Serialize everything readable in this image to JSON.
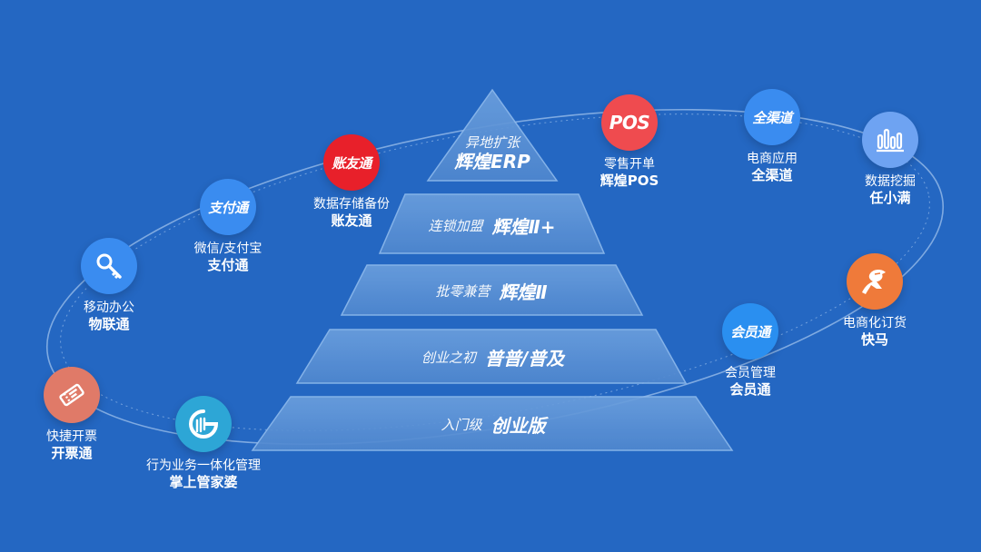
{
  "colors": {
    "background": "#2467c2",
    "pyramid_fill": "#5e95d8",
    "ring_stroke": "#8fb6e6"
  },
  "pyramid": {
    "layers": [
      {
        "sub": "异地扩张",
        "main": "辉煌ERP"
      },
      {
        "sub": "连锁加盟",
        "main": "辉煌Ⅱ+"
      },
      {
        "sub": "批零兼营",
        "main": "辉煌Ⅱ"
      },
      {
        "sub": "创业之初",
        "main": "普普/普及"
      },
      {
        "sub": "入门级",
        "main": "创业版"
      }
    ]
  },
  "nodes": [
    {
      "id": "kuaijie",
      "icon": "ticket-icon",
      "icon_color": "#e07a68",
      "cap1": "快捷开票",
      "cap2": "开票通",
      "logo": ""
    },
    {
      "id": "yidong",
      "icon": "key-icon",
      "icon_color": "#3a8cf0",
      "cap1": "移动办公",
      "cap2": "物联通",
      "logo": ""
    },
    {
      "id": "zhifu",
      "icon": "zhifutong-logo",
      "icon_color": "#3a8cf0",
      "cap1": "微信/支付宝",
      "cap2": "支付通",
      "logo": "支付通"
    },
    {
      "id": "zhangyou",
      "icon": "zhangyoutong-logo",
      "icon_color": "#e8202a",
      "cap1": "数据存储备份",
      "cap2": "账友通",
      "logo": "账友通"
    },
    {
      "id": "pos",
      "icon": "pos-logo",
      "icon_color": "#ef4b4f",
      "cap1": "零售开单",
      "cap2": "辉煌POS",
      "logo": "POS"
    },
    {
      "id": "quanqudao",
      "icon": "quanqudao-logo",
      "icon_color": "#3a8cf0",
      "cap1": "电商应用",
      "cap2": "全渠道",
      "logo": "全渠道"
    },
    {
      "id": "renxiaoman",
      "icon": "bar-chart-icon",
      "icon_color": "#6ea3f2",
      "cap1": "数据挖掘",
      "cap2": "任小满",
      "logo": ""
    },
    {
      "id": "kuaima",
      "icon": "horse-icon",
      "icon_color": "#ef7a3a",
      "cap1": "电商化订货",
      "cap2": "快马",
      "logo": ""
    },
    {
      "id": "huiyuan",
      "icon": "huiyuantong-logo",
      "icon_color": "#2a8ff0",
      "cap1": "会员管理",
      "cap2": "会员通",
      "logo": "会员通"
    },
    {
      "id": "guanjiapo",
      "icon": "hand-g-icon",
      "icon_color": "#2da6d6",
      "cap1": "行为业务一体化管理",
      "cap2": "掌上管家婆",
      "logo": ""
    }
  ]
}
